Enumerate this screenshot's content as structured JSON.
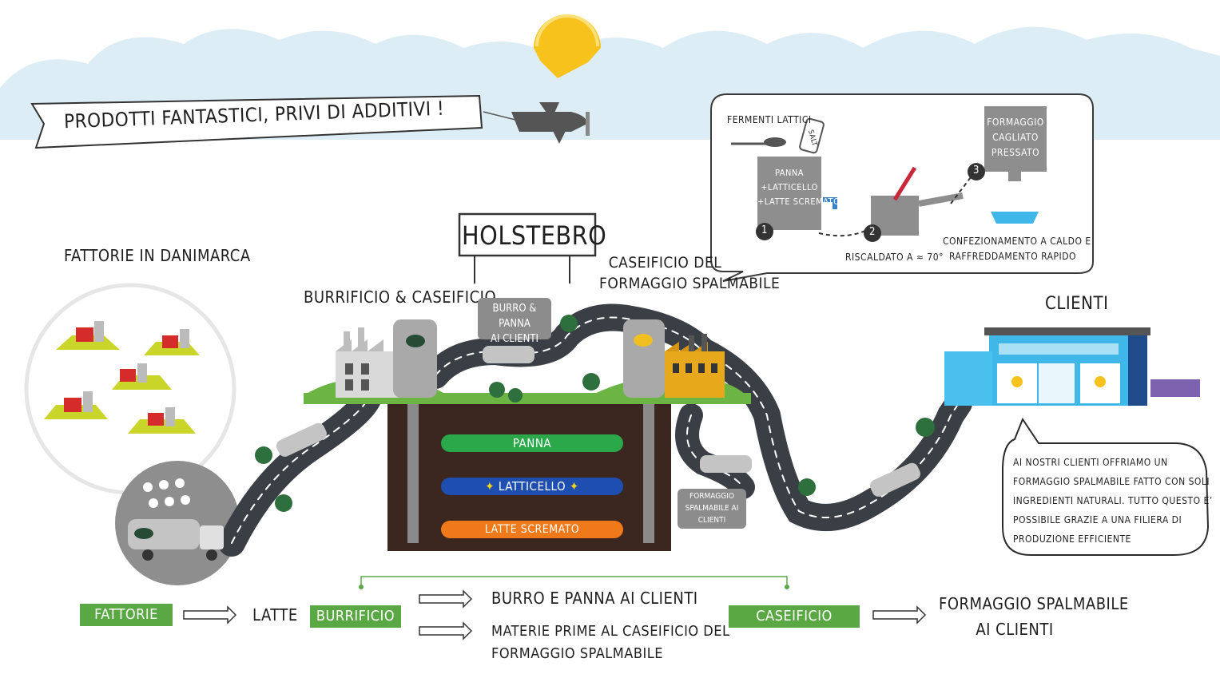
{
  "banner": {
    "text": "Prodotti fantastici, privi di additivi !"
  },
  "sign": {
    "text": "HOLSTEBRO"
  },
  "labels": {
    "farms": "Fattorie in Danimarca",
    "dairy": "Burrificio & caseificio",
    "spread_plant_line1": "Caseificio del",
    "spread_plant_line2": "formaggio spalmabile",
    "customers": "Clienti",
    "bubble_butter_line1": "Burro & panna",
    "bubble_butter_line2": "ai clienti",
    "bubble_spread_line1": "Formaggio",
    "bubble_spread_line2": "spalmabile ai",
    "bubble_spread_line3": "clienti"
  },
  "pipes": [
    {
      "label": "Panna",
      "color": "#2aa84a"
    },
    {
      "label": "Latticello",
      "color": "#1e4fb0"
    },
    {
      "label": "Latte scremato",
      "color": "#f07a1a"
    }
  ],
  "process": {
    "ferments": "Fermenti lattici",
    "salt": "SALT",
    "tank_line1": "Panna",
    "tank_line2": "+latticello",
    "tank_line3": "+latte scremato",
    "step1": "1",
    "step2": "2",
    "step3": "3",
    "heated": "Riscaldato a ≈ 70°",
    "press_line1": "Formaggio",
    "press_line2": "cagliato",
    "press_line3": "pressato",
    "packing_line1": "Confezionamento a caldo e",
    "packing_line2": "raffreddamento rapido"
  },
  "customer_note": {
    "line1": "Ai nostri clienti offriamo un",
    "line2": "formaggio spalmabile fatto con soli",
    "line3": "ingredienti naturali. Tutto questo e’",
    "line4": "possibile grazie a una filiera di",
    "line5": "produzione efficiente"
  },
  "flow": {
    "farms": "Fattorie",
    "milk": "Latte",
    "dairy": "Burrificio",
    "out1": "Burro e panna ai clienti",
    "out2_line1": "Materie prime al caseificio del",
    "out2_line2": "formaggio spalmabile",
    "spread": "Caseificio",
    "out3_line1": "Formaggio spalmabile",
    "out3_line2": "ai clienti"
  },
  "colors": {
    "sky": "#d8edf7",
    "grass": "#6cb545",
    "road": "#3a3f46",
    "soil": "#3b2620",
    "accent_green": "#5aa844",
    "store_blue": "#3fb7e8"
  }
}
